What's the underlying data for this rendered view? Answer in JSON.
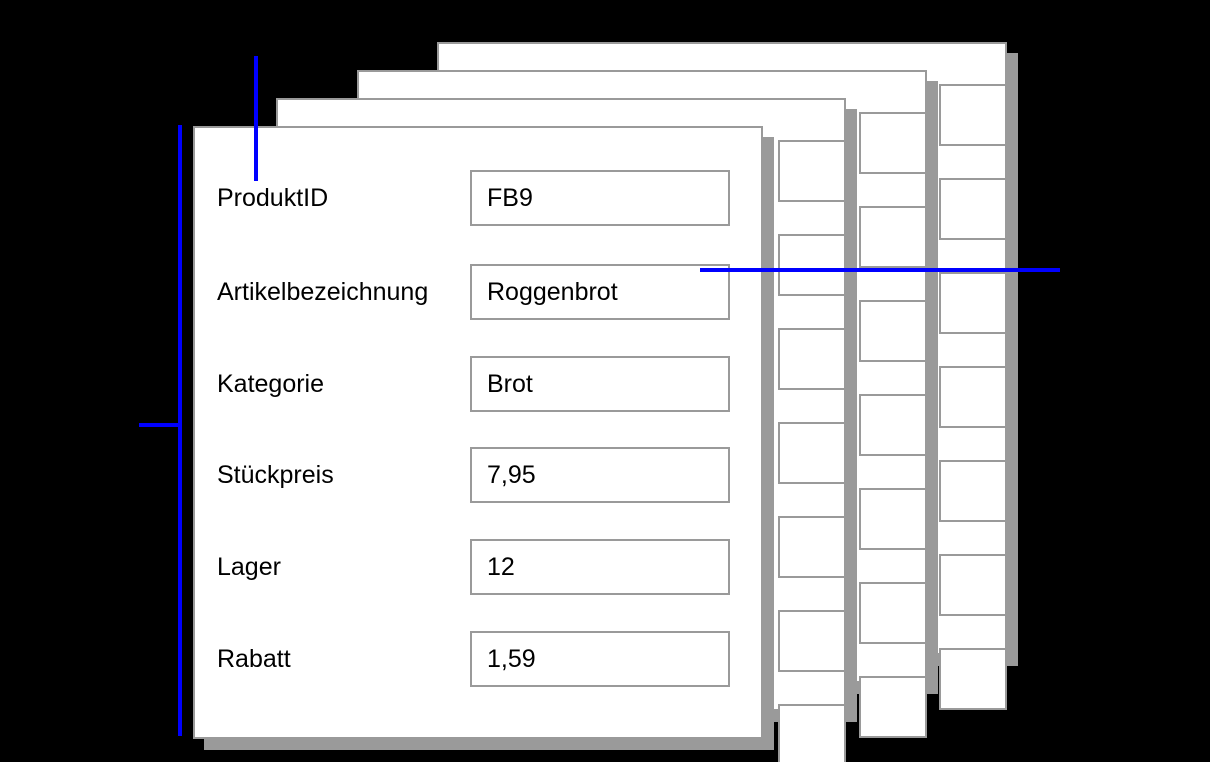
{
  "record": {
    "fields": [
      {
        "label": "ProduktID",
        "value": "FB9"
      },
      {
        "label": "Artikelbezeichnung",
        "value": "Roggenbrot"
      },
      {
        "label": "Kategorie",
        "value": "Brot"
      },
      {
        "label": "Stückpreis",
        "value": "7,95"
      },
      {
        "label": "Lager",
        "value": "12"
      },
      {
        "label": "Rabatt",
        "value": "1,59"
      }
    ]
  },
  "stack": {
    "card_count": 4,
    "ghost_field_count": 7
  },
  "colors": {
    "background": "#000000",
    "card_fill": "#ffffff",
    "card_border": "#9a9a9a",
    "card_shadow": "#9a9a9a",
    "field_border": "#9a9a9a",
    "text": "#000000",
    "annotation": "#0000ff"
  },
  "annotations": {
    "pointer_top": "vertical-line-to-first-field-label",
    "pointer_left": "vertical-line-along-card-left-edge",
    "pointer_tick": "horizontal-tick-on-left-line",
    "pointer_right": "horizontal-line-across-card-stack"
  }
}
